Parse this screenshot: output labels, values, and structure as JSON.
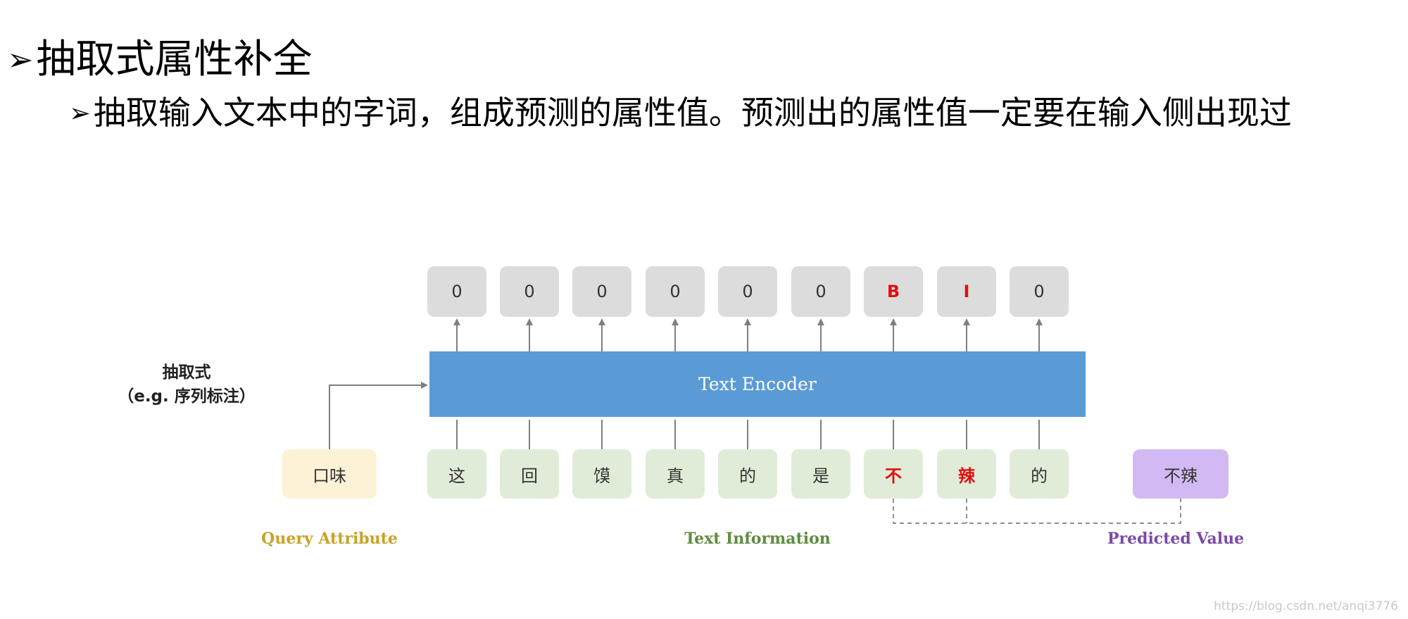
{
  "heading": {
    "bullet": "➢",
    "text": "抽取式属性补全"
  },
  "subheading": {
    "bullet": "➢",
    "text": "抽取输入文本中的字词，组成预测的属性值。预测出的属性值一定要在输入侧出现过"
  },
  "diagram": {
    "method_label_line1": "抽取式",
    "method_label_line2": "（e.g. 序列标注）",
    "encoder_label": "Text Encoder",
    "output_tags": [
      "0",
      "0",
      "0",
      "0",
      "0",
      "0",
      "B",
      "I",
      "0"
    ],
    "input_tokens": [
      "这",
      "回",
      "馍",
      "真",
      "的",
      "是",
      "不",
      "辣",
      "的"
    ],
    "highlighted_indices": [
      6,
      7
    ],
    "query_attribute": "口味",
    "predicted_value": "不辣",
    "captions": {
      "query": "Query Attribute",
      "text": "Text Information",
      "predicted": "Predicted Value"
    },
    "colors": {
      "encoder": "#5b9bd5",
      "output_box": "#dcdcdc",
      "input_box": "#e1ecd8",
      "query_box": "#fdf1d6",
      "predicted_box": "#d3b9f3",
      "highlight_text": "#e01010",
      "query_caption": "#c9a227",
      "text_caption": "#5e8d3e",
      "predicted_caption": "#7a4aa8"
    }
  },
  "watermark": "https://blog.csdn.net/anqi3776"
}
